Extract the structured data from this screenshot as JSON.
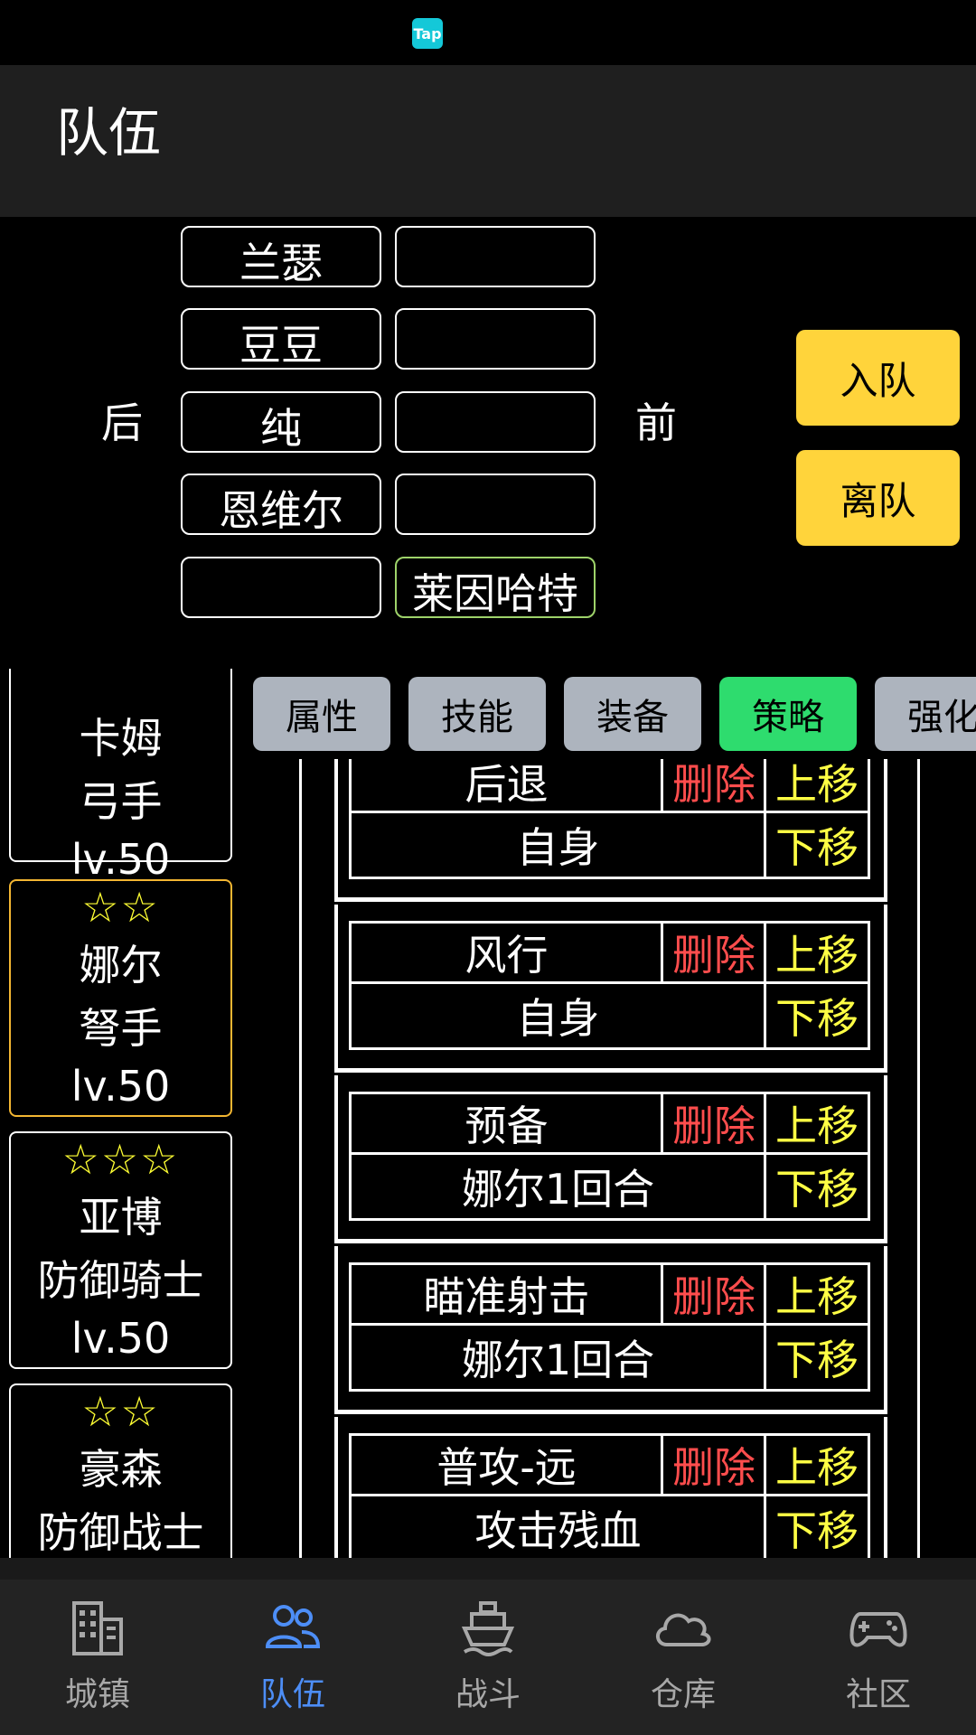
{
  "header": {
    "title": "队伍"
  },
  "formation": {
    "back_label": "后",
    "front_label": "前",
    "back_column": [
      "兰瑟",
      "豆豆",
      "纯",
      "恩维尔",
      ""
    ],
    "front_column": [
      "",
      "",
      "",
      "",
      "莱因哈特"
    ]
  },
  "actions": {
    "join": "入队",
    "leave": "离队"
  },
  "characters": [
    {
      "stars": "",
      "name": "卡姆",
      "class": "弓手",
      "level": "lv.50"
    },
    {
      "stars": "☆☆",
      "name": "娜尔",
      "class": "弩手",
      "level": "lv.50"
    },
    {
      "stars": "☆☆☆",
      "name": "亚博",
      "class": "防御骑士",
      "level": "lv.50"
    },
    {
      "stars": "☆☆",
      "name": "豪森",
      "class": "防御战士",
      "level": ""
    }
  ],
  "tabs": [
    "属性",
    "技能",
    "装备",
    "策略",
    "强化"
  ],
  "active_tab": "策略",
  "strategy_labels": {
    "delete": "删除",
    "move_up": "上移",
    "move_down": "下移"
  },
  "strategies": [
    {
      "skill": "后退",
      "target": "自身"
    },
    {
      "skill": "风行",
      "target": "自身"
    },
    {
      "skill": "预备",
      "target": "娜尔1回合"
    },
    {
      "skill": "瞄准射击",
      "target": "娜尔1回合"
    },
    {
      "skill": "普攻-远",
      "target": "攻击残血"
    }
  ],
  "nav": [
    {
      "label": "城镇",
      "icon": "city-icon"
    },
    {
      "label": "队伍",
      "icon": "team-icon"
    },
    {
      "label": "战斗",
      "icon": "ship-icon"
    },
    {
      "label": "仓库",
      "icon": "cloud-icon"
    },
    {
      "label": "社区",
      "icon": "gamepad-icon"
    }
  ],
  "colors": {
    "accent": "#4d8ef7",
    "active_tab": "#2edc6e",
    "action_button": "#ffd43b",
    "delete": "#ff4d4d",
    "move": "#ffff44"
  }
}
